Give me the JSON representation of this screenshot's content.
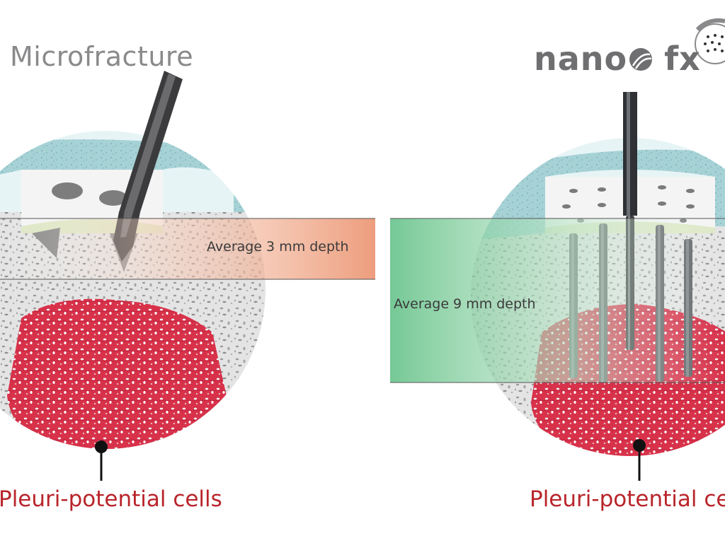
{
  "titles": {
    "left": "Microfracture",
    "right_logo_left": "nano",
    "right_logo_right": "fx"
  },
  "depth_labels": {
    "left": "Average 3 mm depth",
    "right": "Average 9 mm depth"
  },
  "cell_labels": {
    "left": "Pleuri-potential cells",
    "right": "Pleuri-potential cells"
  },
  "colors": {
    "cartilage": "#9fd0d4",
    "bone": "#e6e6e6",
    "marrow": "#d9344a",
    "label_red": "#b8252b",
    "depth_left_band": "#ef9a74",
    "depth_right_band": "#67c38a",
    "title_gray": "#8a8a8c"
  },
  "icons": {
    "microfracture_tool": "awl-icon",
    "nanofx_needle": "needle-icon",
    "logo_mark": "dotted-sphere-icon"
  }
}
